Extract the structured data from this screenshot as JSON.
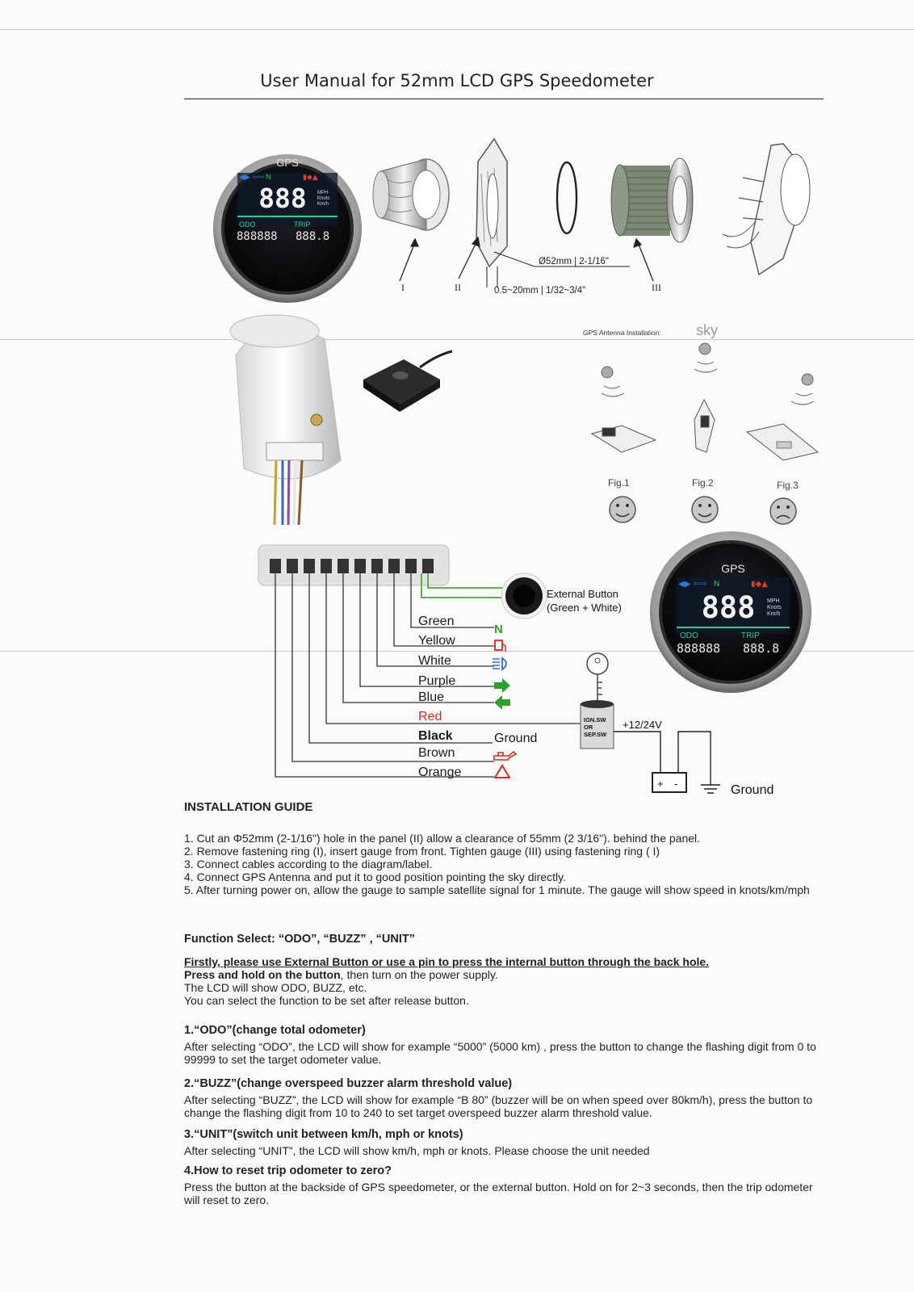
{
  "title": "User Manual for 52mm LCD GPS Speedometer",
  "gauge": {
    "label": "GPS",
    "digits": "888",
    "units": [
      "MPH",
      "Knots",
      "Km/h"
    ],
    "odo_label": "ODO",
    "trip_label": "TRIP",
    "odo_digits": "888888",
    "trip_digits": "888.8"
  },
  "parts": {
    "label_i": "I",
    "label_ii": "II",
    "label_iii": "III",
    "dimension_hole": "Ø52mm | 2-1/16\"",
    "dimension_panel": "0.5~20mm | 1/32~3/4\""
  },
  "antenna": {
    "heading": "GPS Antenna Installation:",
    "sky": "sky",
    "figures": [
      "Fig.1",
      "Fig.2",
      "Fig.3"
    ]
  },
  "wiring": {
    "external_button": [
      "External Button",
      "(Green + White)"
    ],
    "wires": [
      {
        "name": "Green",
        "color": "#1a1a1a"
      },
      {
        "name": "Yellow",
        "color": "#1a1a1a"
      },
      {
        "name": "White",
        "color": "#1a1a1a"
      },
      {
        "name": "Purple",
        "color": "#1a1a1a"
      },
      {
        "name": "Blue",
        "color": "#1a1a1a"
      },
      {
        "name": "Red",
        "color": "#d42a1c"
      },
      {
        "name": "Black",
        "color": "#1a1a1a"
      },
      {
        "name": "Brown",
        "color": "#1a1a1a"
      },
      {
        "name": "Orange",
        "color": "#1a1a1a"
      }
    ],
    "neutral_symbol": "N",
    "ground_black": "Ground",
    "switch_label": [
      "IGN.SW",
      "OR",
      "SEP.SW"
    ],
    "voltage": "+12/24V",
    "ground_battery": "Ground",
    "battery_plus": "+",
    "battery_minus": "-"
  },
  "installation": {
    "heading": "INSTALLATION GUIDE",
    "steps": [
      "1. Cut an Φ52mm (2-1/16\") hole in the panel (II) allow a clearance of 55mm (2 3/16\"). behind the panel.",
      "2. Remove fastening ring (I), insert gauge from front. Tighten gauge (III) using fastening ring ( I)",
      "3. Connect cables according to the diagram/label.",
      "4. Connect GPS Antenna and put it to good position pointing the sky directly.",
      "5. After turning power on, allow the gauge to sample satellite signal for 1 minute. The gauge will show speed in knots/km/mph"
    ]
  },
  "function_select": {
    "heading": "Function Select:    “ODO”,  “BUZZ” , “UNIT”",
    "firstly": "Firstly, please use External Button or use a pin to press the internal button through the back hole.",
    "press_bold": "Press and hold on the button",
    "press_rest": ", then turn on the power supply.",
    "lcd_show": "The LCD will show ODO, BUZZ, etc.",
    "select": "You can select the function to be set after release button."
  },
  "sections": [
    {
      "heading": "1.“ODO”(change total odometer)",
      "body": "After selecting “ODO”, the LCD will show for example “5000” (5000 km) , press the button to change the flashing digit from 0 to 99999 to set the target odometer value."
    },
    {
      "heading": "2.“BUZZ”(change overspeed buzzer alarm threshold value)",
      "body": "After selecting “BUZZ”, the LCD will show for example “B 80” (buzzer will be on when speed over 80km/h), press the button to change the flashing digit from 10 to 240 to set target overspeed buzzer alarm threshold value."
    },
    {
      "heading": "3.“UNIT”(switch unit between km/h, mph or knots)",
      "body": "After selecting “UNIT”, the LCD will show km/h, mph or knots. Please choose the unit needed"
    },
    {
      "heading": "4.How to reset trip odometer to zero?",
      "body": "Press the button at the backside of GPS speedometer, or the external button. Hold on for 2~3 seconds, then the trip odometer will reset to zero."
    }
  ]
}
